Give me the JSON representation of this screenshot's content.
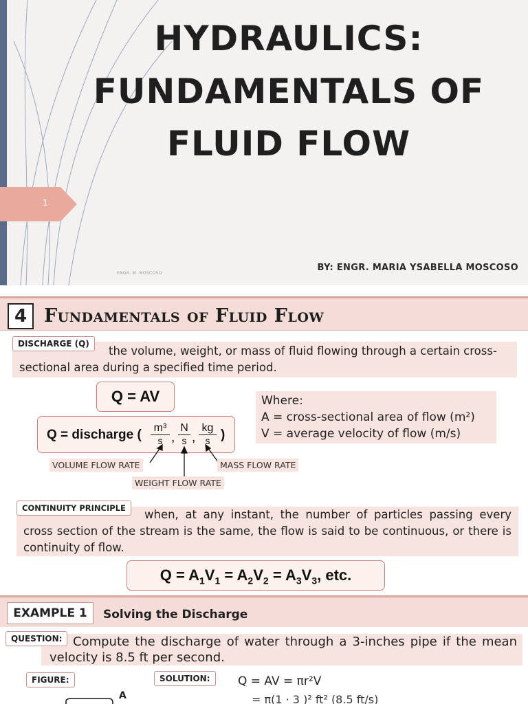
{
  "slide1": {
    "title_lines": [
      "HYDRAULICS:",
      "FUNDAMENTALS OF",
      "FLUID FLOW"
    ],
    "slide_number": "1",
    "footer": "ENGR. M. MOSCOSO",
    "author": "BY: ENGR. MARIA YSABELLA MOSCOSO"
  },
  "slide2": {
    "section_number": "4",
    "title": "Fundamentals of Fluid Flow",
    "discharge": {
      "label": "DISCHARGE (Q)",
      "definition": "the volume, weight, or mass of fluid flowing through a certain cross-sectional area during a specified time period."
    },
    "formula_qav": "Q = AV",
    "formula_discharge": {
      "prefix": "Q = discharge (",
      "units": [
        {
          "num": "m³",
          "den": "s"
        },
        {
          "num": "N",
          "den": "s"
        },
        {
          "num": "kg",
          "den": "s"
        }
      ],
      "suffix": ")",
      "comma": ","
    },
    "where": {
      "title": "Where:",
      "line_a": "A = cross-sectional area of flow (m²)",
      "line_v": "V = average velocity of flow (m/s)"
    },
    "rate_labels": {
      "volume": "VOLUME FLOW RATE",
      "weight": "WEIGHT FLOW RATE",
      "mass": "MASS FLOW RATE"
    },
    "continuity": {
      "label": "CONTINUITY PRINCIPLE",
      "definition": "when, at any instant, the number of particles passing every cross section of the stream is the same, the flow is said to be continuous, or there is continuity of flow."
    },
    "continuity_equation": {
      "q": "Q = A",
      "s1": "1",
      "v": "V",
      "eq": " = A",
      "s2": "2",
      "s3": "3",
      "tail": ", etc."
    }
  },
  "slide3": {
    "example_label": "EXAMPLE 1",
    "example_title": "Solving the Discharge",
    "question_label": "QUESTION:",
    "question_text": "Compute the discharge of water through a 3-inches pipe if the mean velocity is 8.5 ft per second.",
    "figure_label": "FIGURE:",
    "solution_label": "SOLUTION:",
    "solution_line1": "Q = AV = πr²V",
    "solution_line2": "= π(1 · 3 )² ft² (8.5 ft/s)",
    "figure_point": "A"
  },
  "colors": {
    "accent_pink": "#f4dcd8",
    "accent_border": "#c8918a",
    "left_bar": "#5a6a89",
    "tab_salmon": "#e9a99c"
  }
}
